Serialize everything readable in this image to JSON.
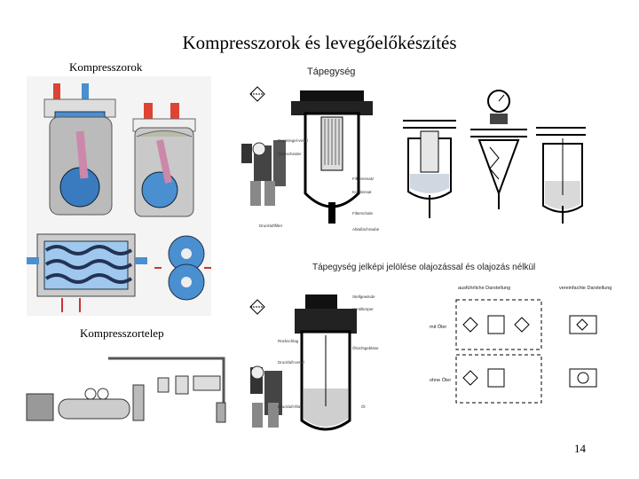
{
  "slide": {
    "title": "Kompresszorok és levegőelőkészítés",
    "page_number": "14"
  },
  "labels": {
    "compressors": "Kompresszorok",
    "compressor_plant": "Kompresszortelep",
    "service_unit": "Tápegység",
    "service_unit_symbols": "Tápegység jelképi jelölése olajozással és olajozás nélkül"
  },
  "service_unit_callouts": [
    "Druckregel-ventil",
    "Ölabscheider",
    "Filtereinsatz",
    "Kondensat",
    "Filterschale",
    "Druckluftfilter",
    "Ablaßschraube"
  ],
  "symbol_callouts": [
    "Stellgewinde",
    "Ventilkörper",
    "Rückschlag",
    "Ölsichtgebläse",
    "Druckluft-ventil",
    "Druckluft-filter",
    "Öl"
  ],
  "symbol_table": {
    "header_detailed": "ausführliche Darstellung",
    "header_simplified": "vereinfachte Darstellung",
    "row1": "mit Öler",
    "row2": "ohne Öler"
  }
}
